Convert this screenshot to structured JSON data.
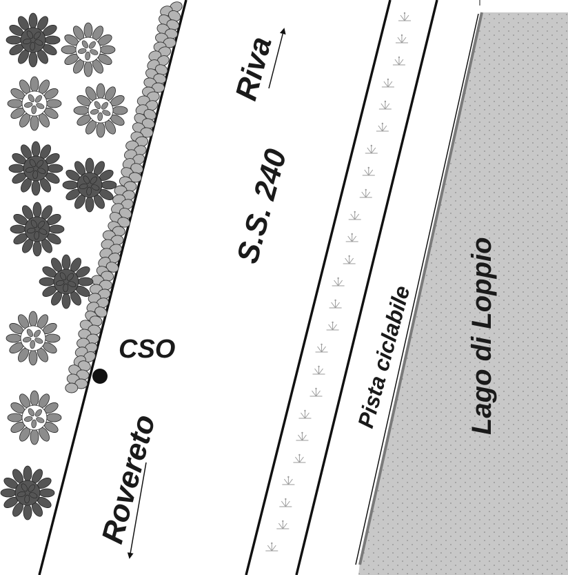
{
  "labels": {
    "road": "S.S. 240",
    "direction_north": "Riva",
    "direction_south": "Rovereto",
    "point": "CSO",
    "bike_path": "Pista ciclabile",
    "lake": "Lago di Loppio"
  },
  "colors": {
    "line": "#111111",
    "lake_fill": "#c8c8c8",
    "lake_dots": "#8a8a8a",
    "tree_dark": "#555555",
    "tree_light": "#8c8c8c",
    "rock_fill": "#b4b4b4",
    "grass": "#9a9a9a"
  },
  "icons": {
    "tree": "tree-icon",
    "rock": "rock-icon",
    "grass": "grass-tuft-icon",
    "point": "point-marker-icon",
    "arrow": "direction-arrow-icon"
  }
}
